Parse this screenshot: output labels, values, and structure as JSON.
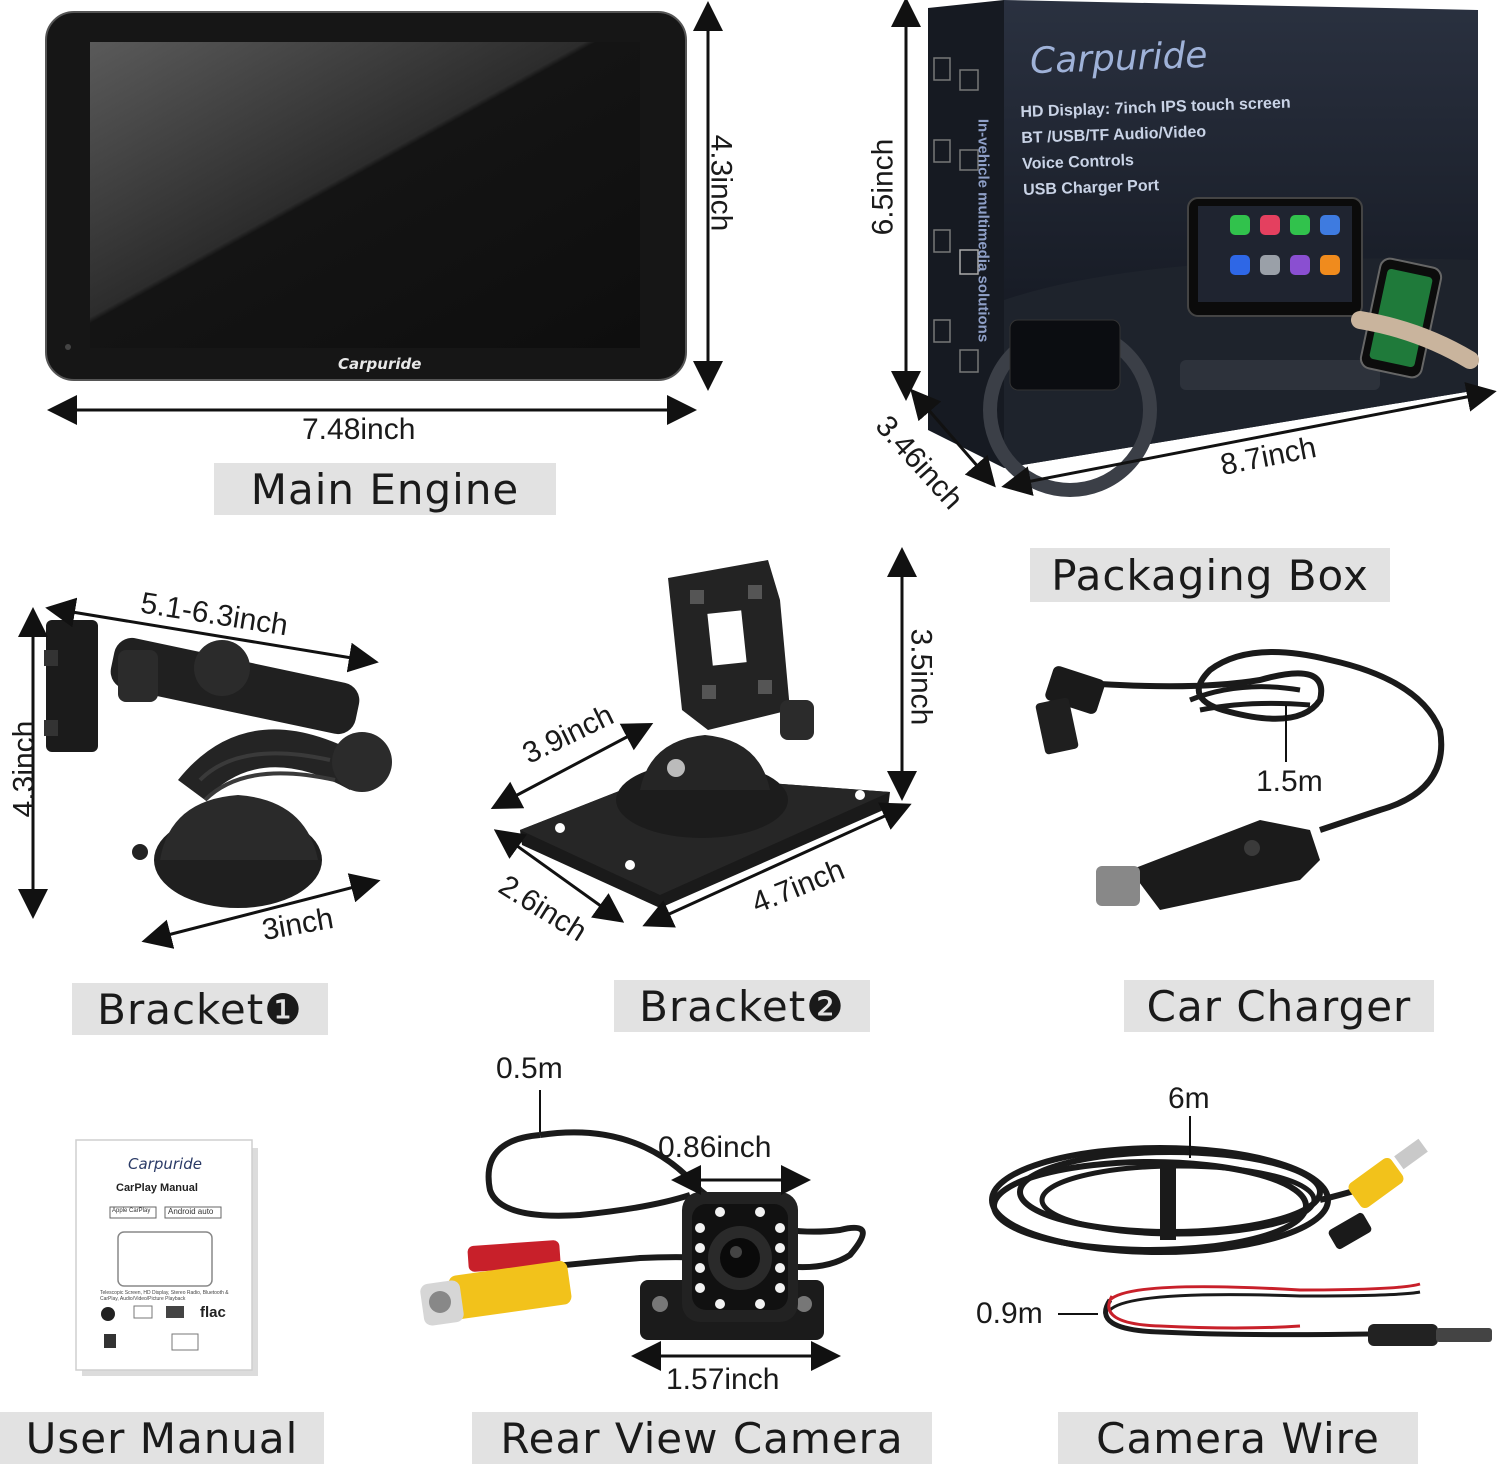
{
  "brand": "Carpuride",
  "captions": {
    "main_engine": "Main Engine",
    "packaging_box": "Packaging Box",
    "bracket1": "Bracket❶",
    "bracket2": "Bracket❷",
    "car_charger": "Car Charger",
    "user_manual": "User Manual",
    "rear_view_camera": "Rear View Camera",
    "camera_wire": "Camera Wire"
  },
  "dimensions": {
    "main_width": "7.48inch",
    "main_height": "4.3inch",
    "box_height": "6.5inch",
    "box_depth": "3.46inch",
    "box_width": "8.7inch",
    "b1_width": "5.1-6.3inch",
    "b1_height": "4.3inch",
    "b1_base": "3inch",
    "b2_depth": "3.9inch",
    "b2_height": "3.5inch",
    "b2_short": "2.6inch",
    "b2_long": "4.7inch",
    "charger_len": "1.5m",
    "cam_cable": "0.5m",
    "cam_width": "0.86inch",
    "cam_bottom": "1.57inch",
    "wire_long": "6m",
    "wire_short": "0.9m"
  },
  "main_logo": "Carpuride",
  "box": {
    "logo": "Carpuride",
    "features": [
      "HD Display: 7inch IPS touch screen",
      "BT /USB/TF Audio/Video",
      "Voice Controls",
      "USB Charger Port"
    ],
    "side_text": "In-vehicle multimedia solutions"
  },
  "manual": {
    "logo": "Carpuride",
    "title": "CarPlay Manual",
    "badge_carplay": "Apple CarPlay",
    "badge_android": "Android auto",
    "desc": "Telescopic Screen, HD Display, Stereo Radio, Bluetooth & CarPlay, Audio/Video/Picture Playback",
    "flac": "flac"
  },
  "colors": {
    "caption_bg": "#e2e2e2",
    "device": "#1c1c1c",
    "rca_red": "#c8202a",
    "rca_yellow": "#f2c21b"
  }
}
